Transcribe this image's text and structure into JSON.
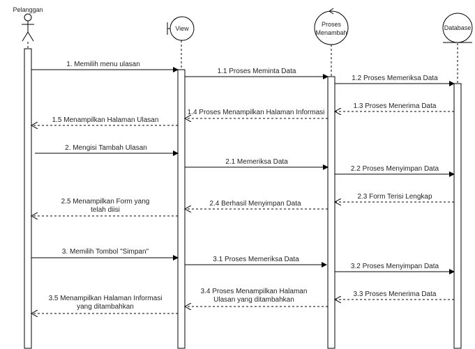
{
  "participants": {
    "actor": "Pelanggan",
    "boundary": "View",
    "control": [
      "Proses",
      "Menambah"
    ],
    "entity": "Database"
  },
  "messages": [
    {
      "id": "m1",
      "text": [
        "1. Memilih menu ulasan"
      ],
      "type": "sync"
    },
    {
      "id": "m11",
      "text": [
        "1.1 Proses Meminta Data"
      ],
      "type": "sync"
    },
    {
      "id": "m12",
      "text": [
        "1.2 Proses Memeriksa Data"
      ],
      "type": "sync"
    },
    {
      "id": "m13",
      "text": [
        "1.3 Proses Menerima Data"
      ],
      "type": "return"
    },
    {
      "id": "m14",
      "text": [
        "1.4 Proses Menampilkan Halaman Informasi"
      ],
      "type": "return"
    },
    {
      "id": "m15",
      "text": [
        "1.5 Menampilkan Halaman Ulasan"
      ],
      "type": "return"
    },
    {
      "id": "m2",
      "text": [
        "2. Mengisi Tambah Ulasan"
      ],
      "type": "sync"
    },
    {
      "id": "m21",
      "text": [
        "2.1 Memeriksa Data"
      ],
      "type": "sync"
    },
    {
      "id": "m22",
      "text": [
        "2.2 Proses Menyimpan Data"
      ],
      "type": "sync"
    },
    {
      "id": "m23",
      "text": [
        "2.3 Form Terisi Lengkap"
      ],
      "type": "return"
    },
    {
      "id": "m24",
      "text": [
        "2.4 Berhasil Menyimpan Data"
      ],
      "type": "return"
    },
    {
      "id": "m25",
      "text": [
        "2.5 Menampilkan Form yang",
        "telah diisi"
      ],
      "type": "return"
    },
    {
      "id": "m3",
      "text": [
        "3. Memilih Tombol \"Simpan\""
      ],
      "type": "sync"
    },
    {
      "id": "m31",
      "text": [
        "3.1 Proses Memeriksa Data"
      ],
      "type": "sync"
    },
    {
      "id": "m32",
      "text": [
        "3.2 Proses Menyimpan Data"
      ],
      "type": "sync"
    },
    {
      "id": "m33",
      "text": [
        "3.3 Proses Menerima Data"
      ],
      "type": "return"
    },
    {
      "id": "m34",
      "text": [
        "3.4 Proses Menampilkan Halaman",
        "Ulasan yang ditambahkan"
      ],
      "type": "return"
    },
    {
      "id": "m35",
      "text": [
        "3.5 Menampilkan Halaman Informasi",
        "yang ditambahkan"
      ],
      "type": "return"
    }
  ]
}
